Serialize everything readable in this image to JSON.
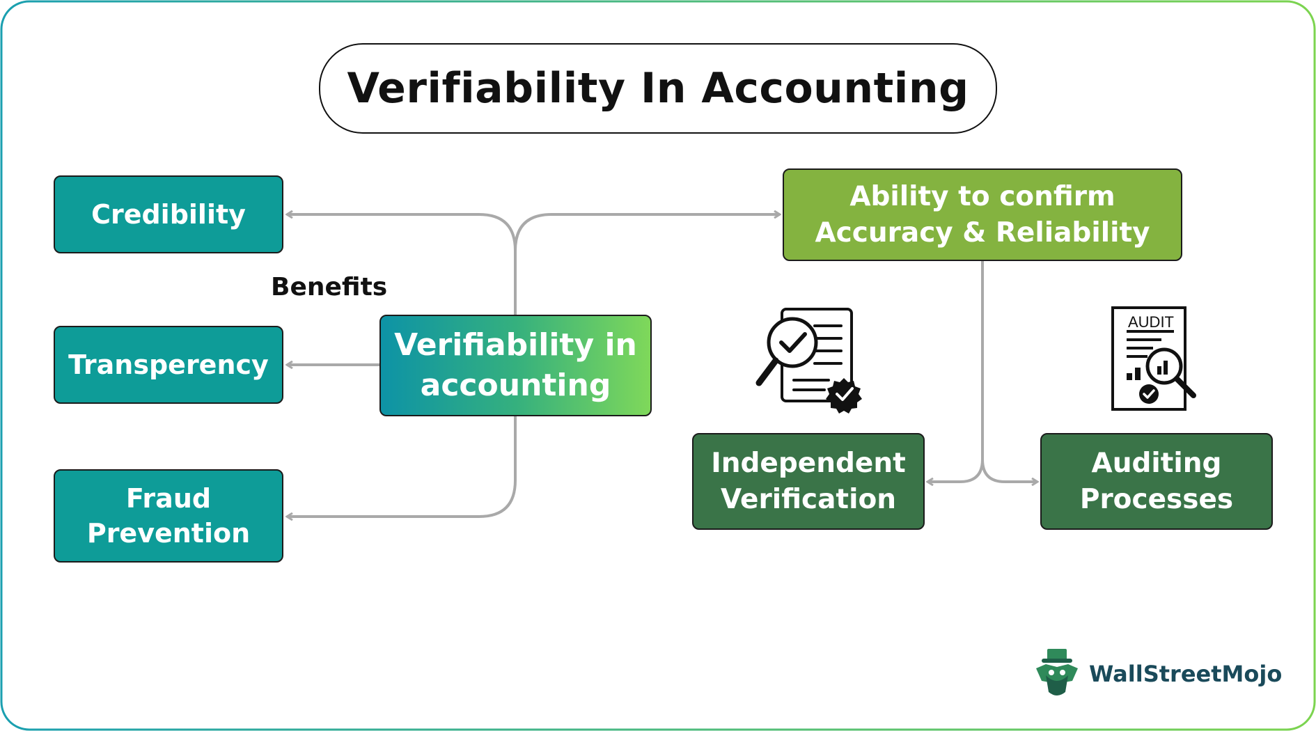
{
  "title": "Verifiability In Accounting",
  "center_node": "Verifiability in accounting",
  "benefits_label": "Benefits",
  "benefits": [
    {
      "label": "Credibility"
    },
    {
      "label": "Transperency"
    },
    {
      "label": "Fraud Prevention"
    }
  ],
  "definition_node": "Ability to confirm Accuracy & Reliability",
  "methods": [
    {
      "label": "Independent Verification",
      "icon": "verification-document-icon"
    },
    {
      "label": "Auditing Processes",
      "icon": "audit-report-icon",
      "icon_text": "AUDIT"
    }
  ],
  "brand": {
    "name": "WallStreetMojo",
    "logo": "wallstreetmojo-logo"
  },
  "colors": {
    "frame_gradient_start": "#1a9fb0",
    "frame_gradient_end": "#7cd44f",
    "teal": "#0e9c98",
    "light_green": "#84b340",
    "dark_green": "#3a7448",
    "connector": "#a9a9a9"
  }
}
